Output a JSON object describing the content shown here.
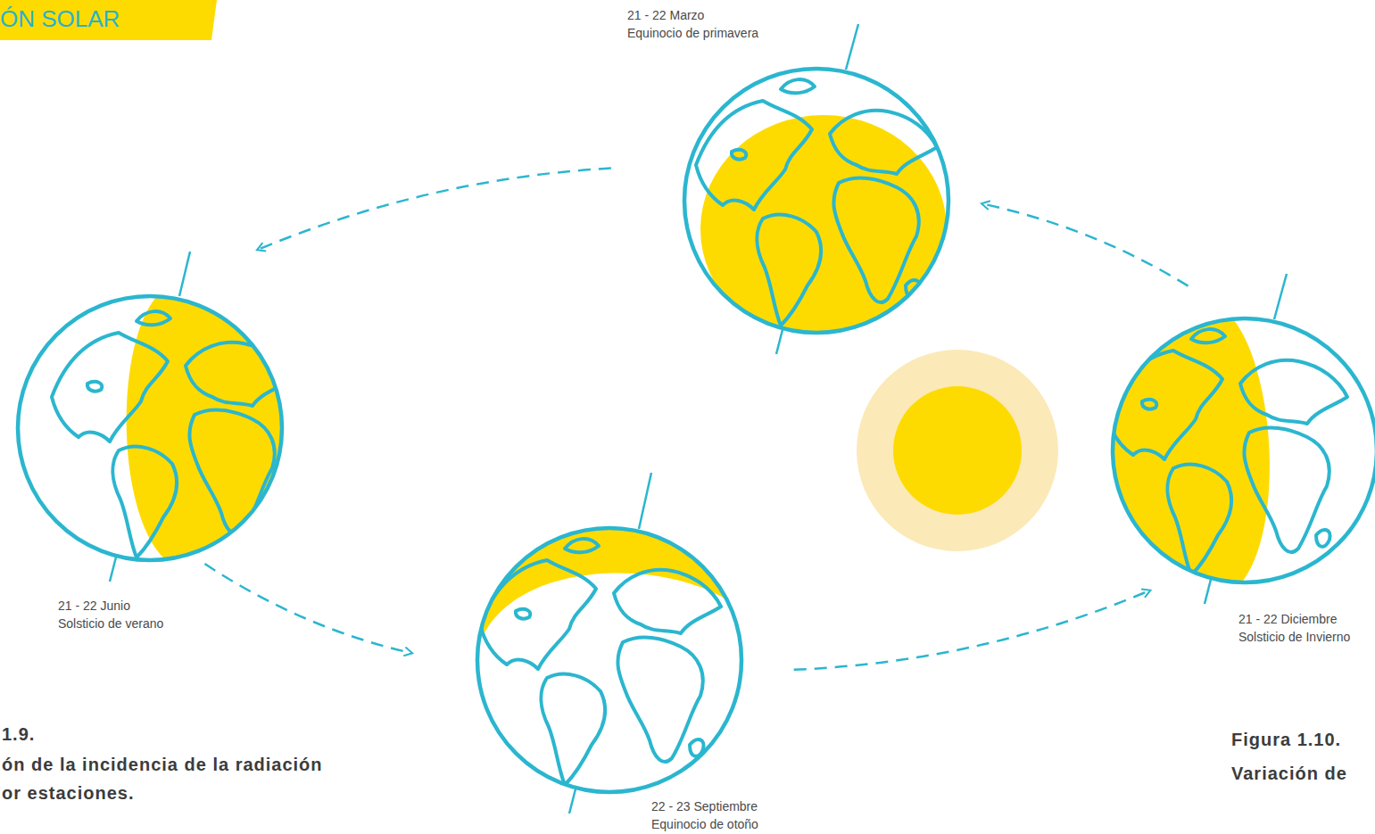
{
  "diagram": {
    "title": "ÓN SOLAR",
    "nodes": [
      {
        "text": [
          "21 - 22 Marzo",
          "Equinocio de primavera"
        ]
      },
      {
        "text": [
          "21 - 22 Junio",
          "Solsticio de verano"
        ]
      },
      {
        "text": [
          "21 - 22 Diciembre",
          "Solsticio de Invierno"
        ]
      },
      {
        "text": [
          "22 - 23 Septiembre",
          "Equinocio de otoño"
        ]
      }
    ],
    "edges": [
      {
        "from": 0,
        "to": 1,
        "arrow": "to"
      },
      {
        "from": 1,
        "to": 3,
        "arrow": "to"
      },
      {
        "from": 3,
        "to": 2,
        "arrow": "to"
      },
      {
        "from": 2,
        "to": 0,
        "arrow": "to"
      }
    ],
    "labels": [
      "1.9.",
      "ón de la incidencia de la radiación",
      "or estaciones.",
      "Figura 1.10.",
      "Variación de"
    ]
  }
}
